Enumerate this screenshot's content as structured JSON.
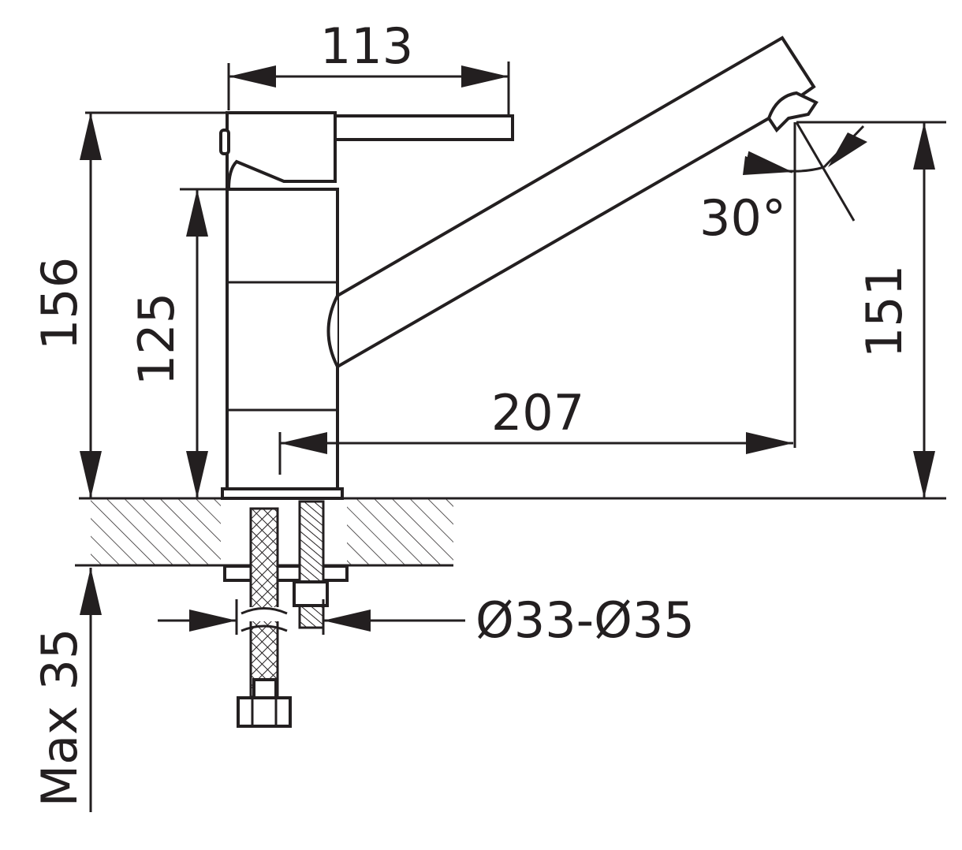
{
  "title": "Faucet dimension drawing",
  "dimensions": {
    "handle_width": "113",
    "total_height": "156",
    "body_height": "125",
    "spout_reach": "207",
    "spout_height": "151",
    "spout_angle": "30°",
    "hole_diameter": "Ø33-Ø35",
    "max_counter_thickness": "Max 35"
  },
  "colors": {
    "line": "#231f20",
    "background": "#ffffff"
  }
}
